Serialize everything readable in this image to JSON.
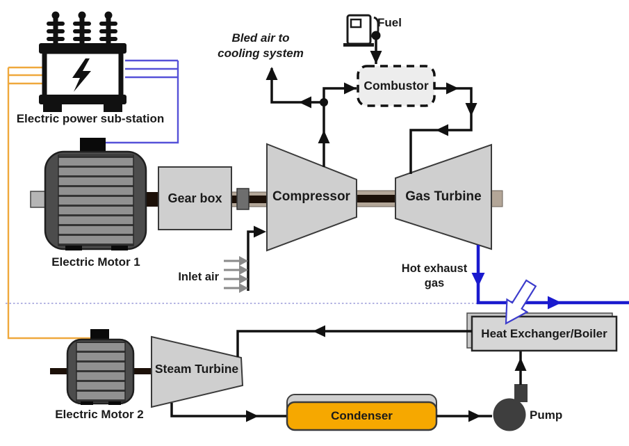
{
  "components": {
    "substation": {
      "label": "Electric power sub-station"
    },
    "motor1": {
      "label": "Electric Motor 1"
    },
    "gearbox": {
      "label": "Gear box"
    },
    "compressor": {
      "label": "Compressor"
    },
    "gas_turbine": {
      "label": "Gas Turbine"
    },
    "combustor": {
      "label": "Combustor"
    },
    "fuel": {
      "label": "Fuel"
    },
    "heat_exchanger": {
      "label": "Heat Exchanger/Boiler"
    },
    "steam_turbine": {
      "label": "Steam Turbine"
    },
    "motor2": {
      "label": "Electric Motor 2"
    },
    "condenser": {
      "label": "Condenser"
    },
    "pump": {
      "label": "Pump"
    }
  },
  "flow_labels": {
    "bled_air_line1": "Bled air to",
    "bled_air_line2": "cooling system",
    "inlet_air": "Inlet air",
    "hot_exhaust_line1": "Hot exhaust",
    "hot_exhaust_line2": "gas"
  },
  "colors": {
    "wire_orange": "#EFA83C",
    "wire_blue": "#5551D8",
    "exhaust_blue": "#1A1ACE",
    "divider_blue": "#9A9AD8",
    "line_black": "#111111",
    "component_gray": "#CFCFCF",
    "condenser_orange": "#F6A800",
    "motor_dark": "#4C4C4C",
    "pump_dark": "#3E3E3E",
    "shaft_tan": "#B3A698"
  }
}
